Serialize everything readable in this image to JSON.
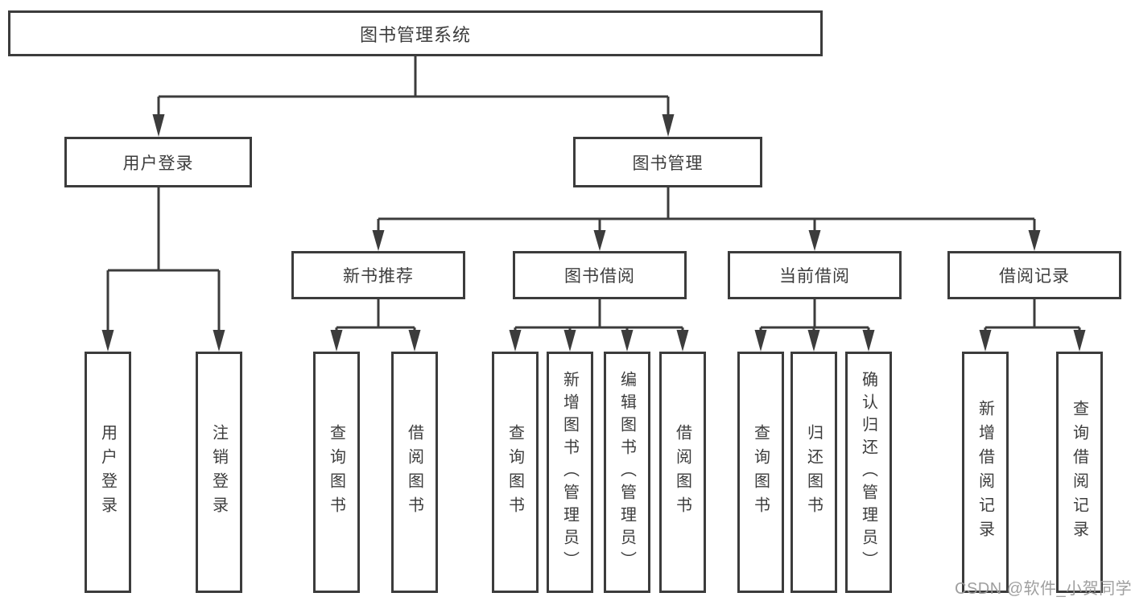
{
  "diagram": {
    "title": "图书管理系统",
    "nodes": {
      "root": {
        "label": "图书管理系统"
      },
      "login": {
        "label": "用户登录",
        "children": [
          {
            "label": "用户登录"
          },
          {
            "label": "注销登录"
          }
        ]
      },
      "mgmt": {
        "label": "图书管理",
        "children": [
          {
            "label": "新书推荐",
            "children": [
              {
                "label": "查询图书"
              },
              {
                "label": "借阅图书"
              }
            ]
          },
          {
            "label": "图书借阅",
            "children": [
              {
                "label": "查询图书"
              },
              {
                "label": "新增图书（管理员）"
              },
              {
                "label": "编辑图书（管理员）"
              },
              {
                "label": "借阅图书"
              }
            ]
          },
          {
            "label": "当前借阅",
            "children": [
              {
                "label": "查询图书"
              },
              {
                "label": "归还图书"
              },
              {
                "label": "确认归还（管理员）"
              }
            ]
          },
          {
            "label": "借阅记录",
            "children": [
              {
                "label": "新增借阅记录"
              },
              {
                "label": "查询借阅记录"
              }
            ]
          }
        ]
      }
    },
    "colors": {
      "line": "#3c3c3c",
      "text": "#3d3d3d",
      "background": "#ffffff",
      "watermark": "#9a9a9a"
    }
  },
  "watermark": {
    "text": "CSDN @软件_小贺同学"
  }
}
